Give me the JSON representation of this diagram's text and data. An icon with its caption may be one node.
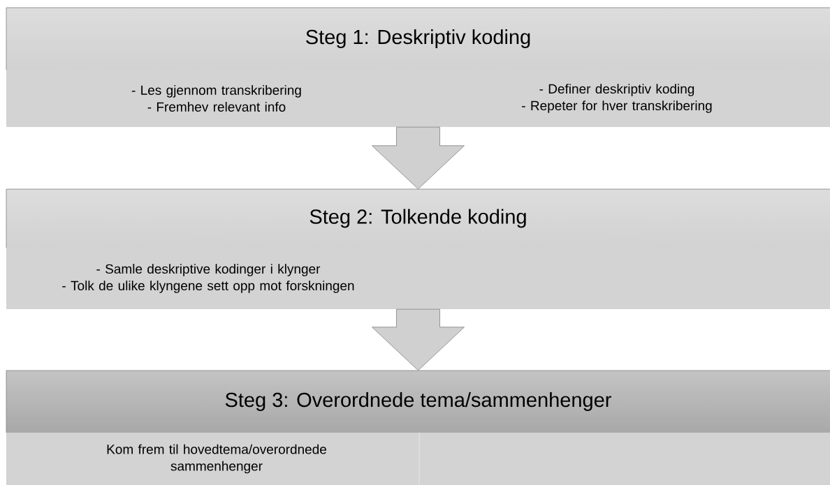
{
  "diagram": {
    "nodes": [
      {
        "text": [
          "Steg 1: Deskriptiv koding",
          "- Les gjennom transkribering - Fremhev relevant info",
          "- Definer deskriptiv koding - Repeter for hver transkribering"
        ]
      },
      {
        "text": [
          "Steg 2: Tolkende koding",
          "- Samle deskriptive kodinger i klynger - Tolk de ulike klyngene sett opp mot forskningen"
        ]
      },
      {
        "text": [
          "Steg 3: Overordnede tema/sammenhenger",
          "Kom frem til hovedtema/overordnede sammenhenger"
        ]
      }
    ],
    "edges": [
      {
        "from": 0,
        "to": 1,
        "arrow": "to"
      },
      {
        "from": 1,
        "to": 2,
        "arrow": "to"
      }
    ]
  }
}
